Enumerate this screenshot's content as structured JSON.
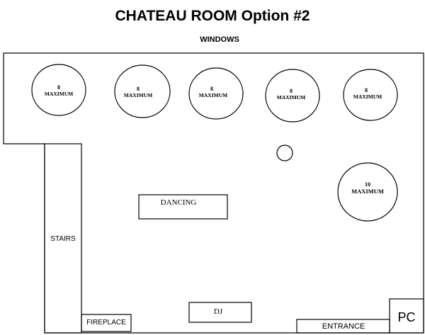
{
  "title": "CHATEAU ROOM Option #2",
  "windows_label": "WINDOWS",
  "tables": [
    {
      "line1": "8",
      "line2": "MAXIMUM"
    },
    {
      "line1": "8",
      "line2": "MAXIMUM"
    },
    {
      "line1": "8",
      "line2": "MAXIMUM"
    },
    {
      "line1": "8",
      "line2": "MAXIMUM"
    },
    {
      "line1": "8",
      "line2": "MAXIMUM"
    },
    {
      "line1": "10",
      "line2": "MAXIMUM"
    }
  ],
  "areas": {
    "dancing": "DANCING",
    "dj": "DJ",
    "stairs": "STAIRS",
    "fireplace": "FIREPLACE",
    "entrance": "ENTRANCE",
    "pc": "PC"
  },
  "colors": {
    "line": "#000000",
    "background": "#ffffff"
  }
}
